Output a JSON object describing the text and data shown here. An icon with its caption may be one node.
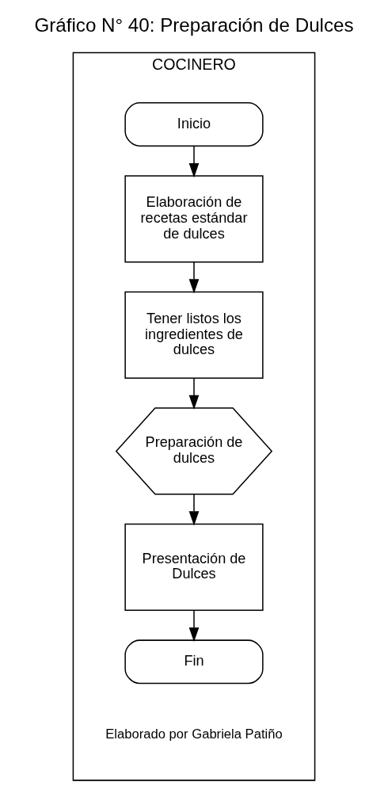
{
  "diagram": {
    "title": "Gráfico N° 40: Preparación de Dulces",
    "nodes": [
      {
        "text": [
          "COCINERO"
        ]
      },
      {
        "text": [
          "Inicio"
        ],
        "in": 0
      },
      {
        "text": [
          "Elaboración de recetas estándar de dulces"
        ],
        "in": 0
      },
      {
        "text": [
          "Tener listos los ingredientes de dulces"
        ],
        "in": 0
      },
      {
        "text": [
          "Preparación de dulces"
        ],
        "in": 0
      },
      {
        "text": [
          "Presentación de Dulces"
        ],
        "in": 0
      },
      {
        "text": [
          "Fin"
        ],
        "in": 0
      }
    ],
    "edges": [
      {
        "from": 1,
        "to": 2,
        "arrow": "to"
      },
      {
        "from": 2,
        "to": 3,
        "arrow": "to"
      },
      {
        "from": 3,
        "to": 4,
        "arrow": "to"
      },
      {
        "from": 4,
        "to": 5,
        "arrow": "to"
      },
      {
        "from": 5,
        "to": 6,
        "arrow": "to"
      }
    ],
    "caption": "Elaborado por Gabriela Patiño"
  }
}
